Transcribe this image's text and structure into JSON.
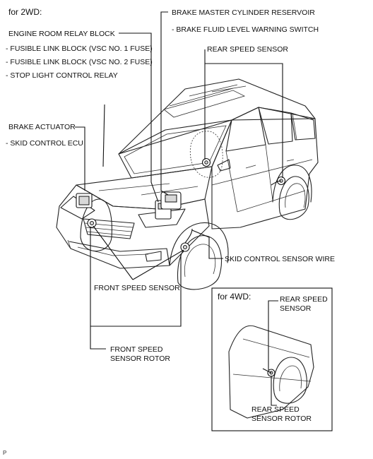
{
  "labels": {
    "for_2wd": "for 2WD:",
    "brake_master_cylinder_reservoir": "BRAKE MASTER CYLINDER RESERVOIR",
    "brake_fluid_level_warning_switch": "- BRAKE FLUID LEVEL WARNING SWITCH",
    "engine_room_relay_block": "ENGINE ROOM RELAY BLOCK",
    "fusible_link_block_1": "- FUSIBLE LINK BLOCK (VSC NO. 1 FUSE)",
    "fusible_link_block_2": "- FUSIBLE LINK BLOCK (VSC NO. 2 FUSE)",
    "stop_light_control_relay": "- STOP LIGHT CONTROL RELAY",
    "rear_speed_sensor": "REAR SPEED SENSOR",
    "brake_actuator": "BRAKE ACTUATOR",
    "skid_control_ecu": "- SKID CONTROL ECU",
    "skid_control_sensor_wire": "SKID CONTROL SENSOR WIRE",
    "front_speed_sensor": "FRONT SPEED SENSOR",
    "front_speed_sensor_rotor_line1": "FRONT SPEED",
    "front_speed_sensor_rotor_line2": "SENSOR ROTOR",
    "for_4wd": "for 4WD:",
    "rear_speed_sensor_4wd_line1": "REAR SPEED",
    "rear_speed_sensor_4wd_line2": "SENSOR",
    "rear_speed_sensor_rotor_line1": "REAR SPEED",
    "rear_speed_sensor_rotor_line2": "SENSOR ROTOR",
    "corner_code": "P"
  }
}
